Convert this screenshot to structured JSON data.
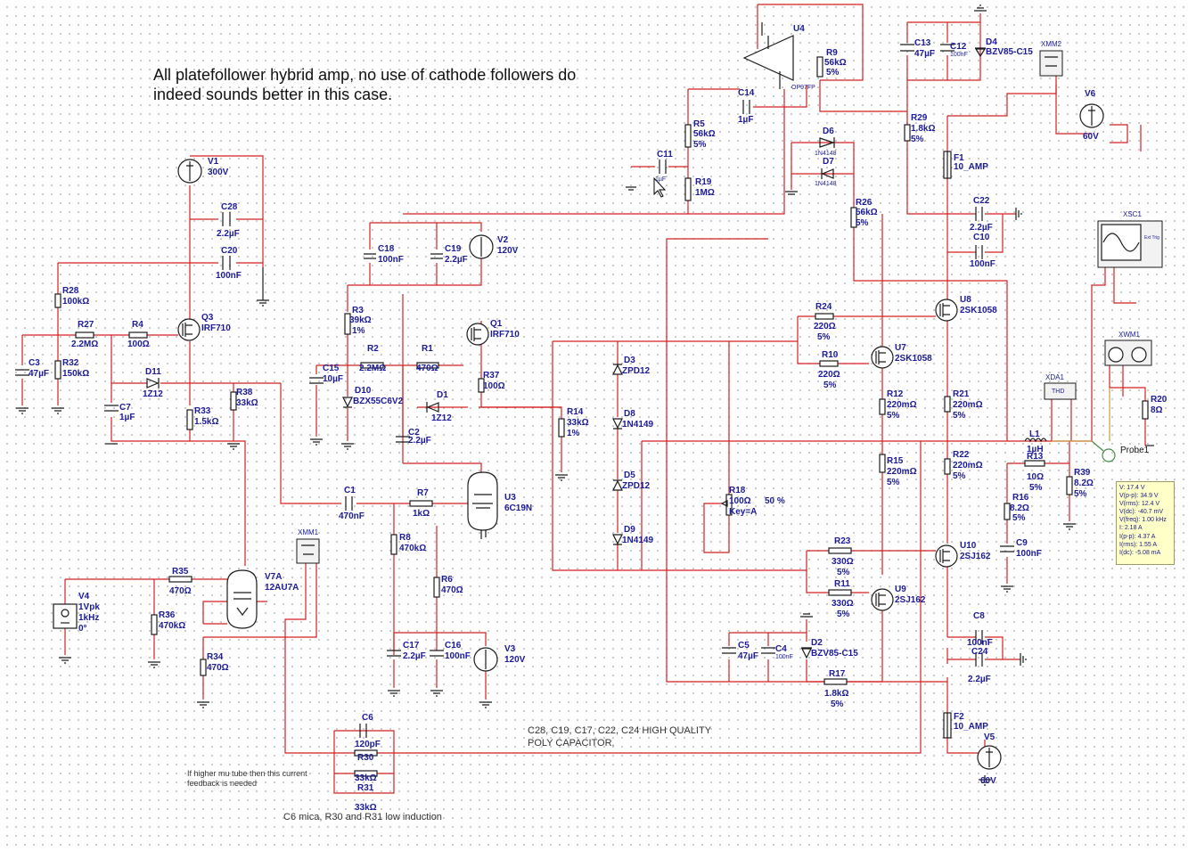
{
  "notes": {
    "title_line1": "All platefollower hybrid amp, no use of cathode followers do",
    "title_line2": "indeed sounds better in this case.",
    "caps_line1": "C28, C19, C17, C22, C24 HIGH QUALITY",
    "caps_line2": "POLY CAPACITOR.",
    "fb_line1": "If higher mu tube then this current",
    "fb_line2": "feedback is needed",
    "mica": "C6 mica, R30 and R31 low induction"
  },
  "components": {
    "V1": {
      "ref": "V1",
      "val": "300V"
    },
    "C28": {
      "ref": "C28",
      "val": "2.2µF"
    },
    "C20": {
      "ref": "C20",
      "val": "100nF"
    },
    "R28": {
      "ref": "R28",
      "val": "100kΩ"
    },
    "R27": {
      "ref": "R27",
      "val": "2.2MΩ"
    },
    "R4": {
      "ref": "R4",
      "val": "100Ω"
    },
    "Q3": {
      "ref": "Q3",
      "val": "IRF710"
    },
    "C3": {
      "ref": "C3",
      "val": "47µF"
    },
    "R32": {
      "ref": "R32",
      "val": "150kΩ"
    },
    "D11": {
      "ref": "D11",
      "val": "1Z12"
    },
    "C7": {
      "ref": "C7",
      "val": "1µF"
    },
    "R33": {
      "ref": "R33",
      "val": "1.5kΩ"
    },
    "R38": {
      "ref": "R38",
      "val": "33kΩ"
    },
    "C18": {
      "ref": "C18",
      "val": "100nF"
    },
    "C19": {
      "ref": "C19",
      "val": "2.2µF"
    },
    "V2": {
      "ref": "V2",
      "val": "120V"
    },
    "R3": {
      "ref": "R3",
      "val": "39kΩ",
      "tol": "1%"
    },
    "R2": {
      "ref": "R2",
      "val": "2.2MΩ"
    },
    "R1": {
      "ref": "R1",
      "val": "470Ω"
    },
    "Q1": {
      "ref": "Q1",
      "val": "IRF710"
    },
    "R37": {
      "ref": "R37",
      "val": "100Ω"
    },
    "C15": {
      "ref": "C15",
      "val": "10µF"
    },
    "D10": {
      "ref": "D10",
      "val": "BZX55C6V2"
    },
    "D1": {
      "ref": "D1",
      "val": "1Z12"
    },
    "C2": {
      "ref": "C2",
      "val": "2.2µF"
    },
    "R14": {
      "ref": "R14",
      "val": "33kΩ",
      "tol": "1%"
    },
    "C1": {
      "ref": "C1",
      "val": "470nF"
    },
    "R7": {
      "ref": "R7",
      "val": "1kΩ"
    },
    "U3": {
      "ref": "U3",
      "val": "6C19N"
    },
    "R8": {
      "ref": "R8",
      "val": "470kΩ"
    },
    "R6": {
      "ref": "R6",
      "val": "470Ω"
    },
    "C17": {
      "ref": "C17",
      "val": "2.2µF"
    },
    "C16": {
      "ref": "C16",
      "val": "100nF"
    },
    "V3": {
      "ref": "V3",
      "val": "120V"
    },
    "V4": {
      "ref": "V4",
      "val": "1Vpk",
      "freq": "1kHz",
      "phase": "0°"
    },
    "R35": {
      "ref": "R35",
      "val": "470Ω"
    },
    "R36": {
      "ref": "R36",
      "val": "470kΩ"
    },
    "V7A": {
      "ref": "V7A",
      "val": "12AU7A"
    },
    "R34": {
      "ref": "R34",
      "val": "470Ω"
    },
    "XMM1": {
      "ref": "XMM1"
    },
    "C6": {
      "ref": "C6",
      "val": "120pF"
    },
    "R30": {
      "ref": "R30",
      "val": "33kΩ"
    },
    "R31": {
      "ref": "R31",
      "val": "33kΩ"
    },
    "U4": {
      "ref": "U4",
      "val": "OP97FP"
    },
    "R9": {
      "ref": "R9",
      "val": "56kΩ",
      "tol": "5%"
    },
    "C14": {
      "ref": "C14",
      "val": "1µF"
    },
    "R5": {
      "ref": "R5",
      "val": "56kΩ",
      "tol": "5%"
    },
    "C11": {
      "ref": "C11",
      "val": "1µF"
    },
    "R19": {
      "ref": "R19",
      "val": "1MΩ"
    },
    "D6": {
      "ref": "D6",
      "val": "1N4148"
    },
    "D7": {
      "ref": "D7",
      "val": "1N4148"
    },
    "R26": {
      "ref": "R26",
      "val": "56kΩ",
      "tol": "5%"
    },
    "C13": {
      "ref": "C13",
      "val": "47µF"
    },
    "C12": {
      "ref": "C12",
      "val": "100nF"
    },
    "D4": {
      "ref": "D4",
      "val": "BZV85-C15"
    },
    "R29": {
      "ref": "R29",
      "val": "1.8kΩ",
      "tol": "5%"
    },
    "XMM2": {
      "ref": "XMM2"
    },
    "V6": {
      "ref": "V6",
      "val": "60V"
    },
    "F1": {
      "ref": "F1",
      "val": "10_AMP"
    },
    "C22": {
      "ref": "C22",
      "val": "2.2µF"
    },
    "C10": {
      "ref": "C10",
      "val": "100nF"
    },
    "XSC1": {
      "ref": "XSC1",
      "ext": "Ext Trig"
    },
    "U8": {
      "ref": "U8",
      "val": "2SK1058"
    },
    "R24": {
      "ref": "R24",
      "val": "220Ω",
      "tol": "5%"
    },
    "R10": {
      "ref": "R10",
      "val": "220Ω",
      "tol": "5%"
    },
    "U7": {
      "ref": "U7",
      "val": "2SK1058"
    },
    "XWM1": {
      "ref": "XWM1"
    },
    "D3": {
      "ref": "D3",
      "val": "ZPD12"
    },
    "D8": {
      "ref": "D8",
      "val": "1N4149"
    },
    "D5": {
      "ref": "D5",
      "val": "ZPD12"
    },
    "D9": {
      "ref": "D9",
      "val": "1N4149"
    },
    "R18": {
      "ref": "R18",
      "val": "100Ω",
      "key": "Key=A",
      "pct": "50 %"
    },
    "R12": {
      "ref": "R12",
      "val": "220mΩ",
      "tol": "5%"
    },
    "R21": {
      "ref": "R21",
      "val": "220mΩ",
      "tol": "5%"
    },
    "XDA1": {
      "ref": "XDA1",
      "val": "THD"
    },
    "R20": {
      "ref": "R20",
      "val": "8Ω"
    },
    "L1": {
      "ref": "L1",
      "val": "1µH"
    },
    "R13": {
      "ref": "R13",
      "val": "10Ω",
      "tol": "5%"
    },
    "R39": {
      "ref": "R39",
      "val": "8.2Ω",
      "tol": "5%"
    },
    "R15": {
      "ref": "R15",
      "val": "220mΩ",
      "tol": "5%"
    },
    "R22": {
      "ref": "R22",
      "val": "220mΩ",
      "tol": "5%"
    },
    "R16": {
      "ref": "R16",
      "val": "8.2Ω",
      "tol": "5%"
    },
    "C9": {
      "ref": "C9",
      "val": "100nF"
    },
    "U10": {
      "ref": "U10",
      "val": "2SJ162"
    },
    "R23": {
      "ref": "R23",
      "val": "330Ω",
      "tol": "5%"
    },
    "R11": {
      "ref": "R11",
      "val": "330Ω",
      "tol": "5%"
    },
    "U9": {
      "ref": "U9",
      "val": "2SJ162"
    },
    "C5": {
      "ref": "C5",
      "val": "47µF"
    },
    "C4": {
      "ref": "C4",
      "val": "100nF"
    },
    "D2": {
      "ref": "D2",
      "val": "BZV85-C15"
    },
    "R17": {
      "ref": "R17",
      "val": "1.8kΩ",
      "tol": "5%"
    },
    "C8": {
      "ref": "C8",
      "val": "100nF"
    },
    "C24": {
      "ref": "C24",
      "val": "2.2µF"
    },
    "F2": {
      "ref": "F2",
      "val": "10_AMP"
    },
    "V5": {
      "ref": "V5",
      "val": "60V"
    }
  },
  "probe": {
    "label": "Probe1",
    "v": "V: 17.4 V",
    "vpp": "V(p-p): 34.9 V",
    "vrms": "V(rms): 12.4 V",
    "vdc": "V(dc): -40.7 mV",
    "freq": "V(freq): 1.00 kHz",
    "i": "I: 2.18 A",
    "ipp": "I(p-p): 4.37 A",
    "irms": "I(rms): 1.55 A",
    "idc": "I(dc): -5.08 mA"
  },
  "colors": {
    "wire": "#d42020",
    "label": "#1a1a9a",
    "probe_bg": "#ffffc8"
  }
}
